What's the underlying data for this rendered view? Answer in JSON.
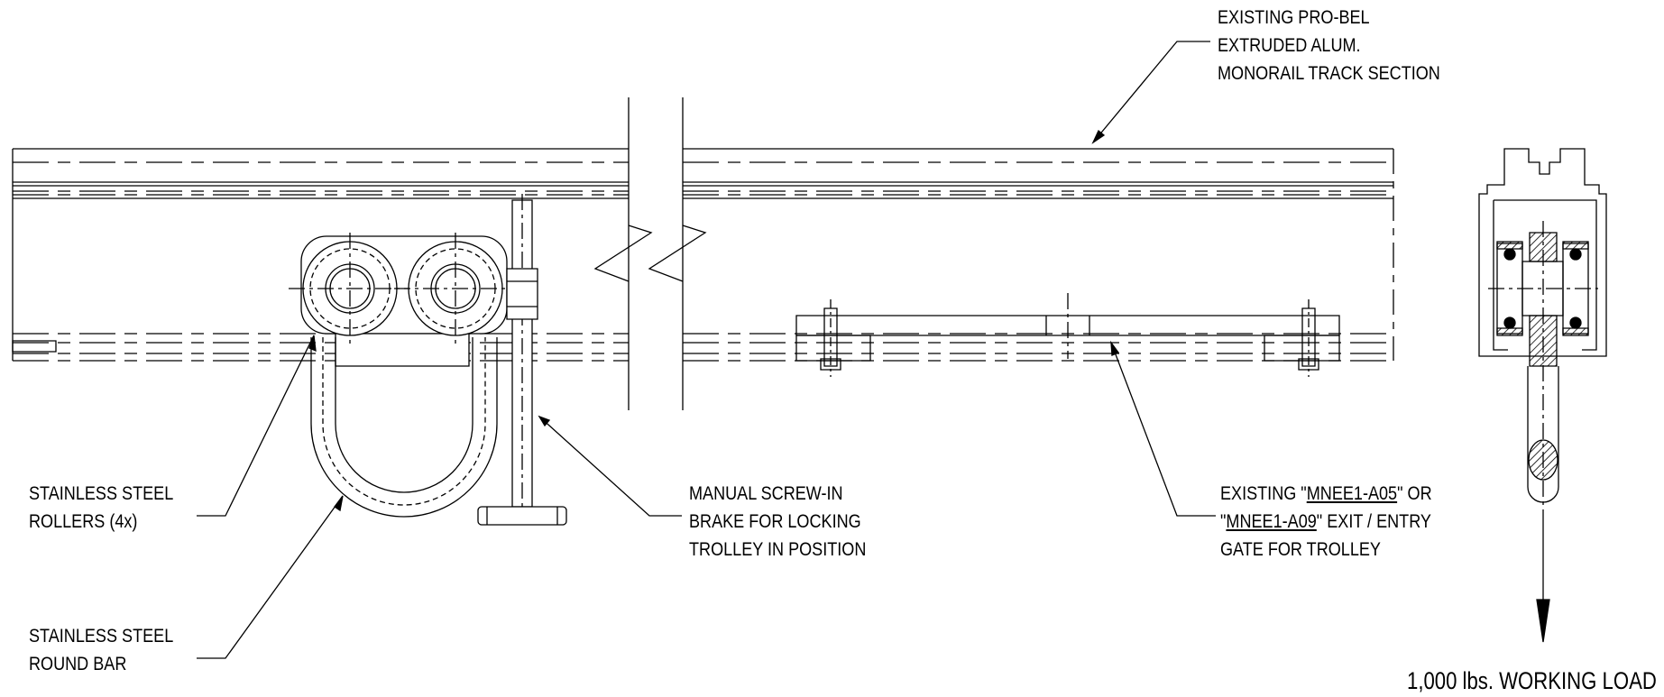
{
  "callouts": {
    "track": [
      "EXISTING PRO-BEL",
      "EXTRUDED ALUM.",
      "MONORAIL TRACK SECTION"
    ],
    "rollers": [
      "STAINLESS STEEL",
      "ROLLERS (4x)"
    ],
    "round_bar": [
      "STAINLESS STEEL",
      "ROUND BAR"
    ],
    "brake": [
      "MANUAL SCREW-IN",
      "BRAKE FOR LOCKING",
      "TROLLEY IN POSITION"
    ],
    "gate": {
      "line1_prefix": "EXISTING \"",
      "line1_part": "MNEE1-A05",
      "line1_suffix": "\" OR",
      "line2_prefix": "\"",
      "line2_part": "MNEE1-A09",
      "line2_suffix": "\" EXIT / ENTRY",
      "line3": "GATE FOR TROLLEY"
    },
    "load": "1,000 lbs. WORKING LOAD"
  }
}
